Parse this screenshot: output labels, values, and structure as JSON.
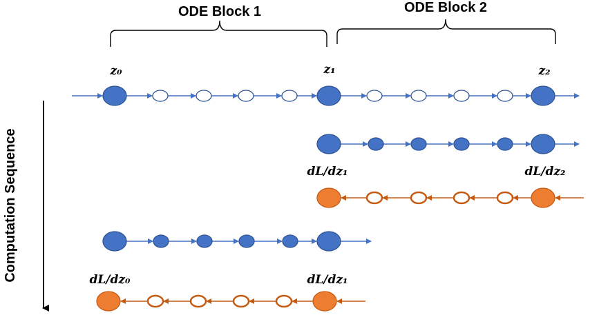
{
  "title_block1": "ODE Block 1",
  "title_block2": "ODE Block 2",
  "side_label": "Computation Sequence",
  "labels": {
    "z0": "z₀",
    "z1": "z₁",
    "z2": "z₂",
    "dLdz2": "dL/dz₂",
    "dLdz1_top": "dL/dz₁",
    "dLdz1_bottom": "dL/dz₁",
    "dLdz0": "dL/dz₀"
  },
  "colors": {
    "blue_fill": "#4472C4",
    "blue_stroke": "#2F5597",
    "orange_fill": "#ED7D31",
    "orange_stroke": "#C55A11",
    "hollow_fill": "#ffffff"
  }
}
